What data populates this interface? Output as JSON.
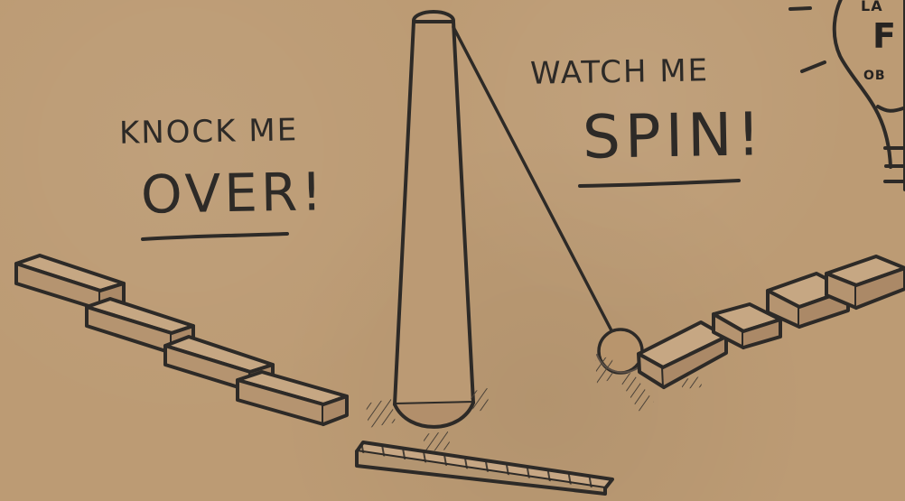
{
  "scene": {
    "left_title": "KNOCK ME",
    "left_emphasis": "OVER!",
    "right_title": "WATCH ME",
    "right_emphasis": "SPIN!",
    "bulb_fragment_top": "LA",
    "bulb_fragment_main": "F",
    "bulb_fragment_sub": "OB"
  },
  "icons": {
    "lightbulb": "lightbulb-icon"
  },
  "colors": {
    "background": "#bc9b74",
    "ink": "#2d2a27",
    "shadow": "#8f7859"
  }
}
